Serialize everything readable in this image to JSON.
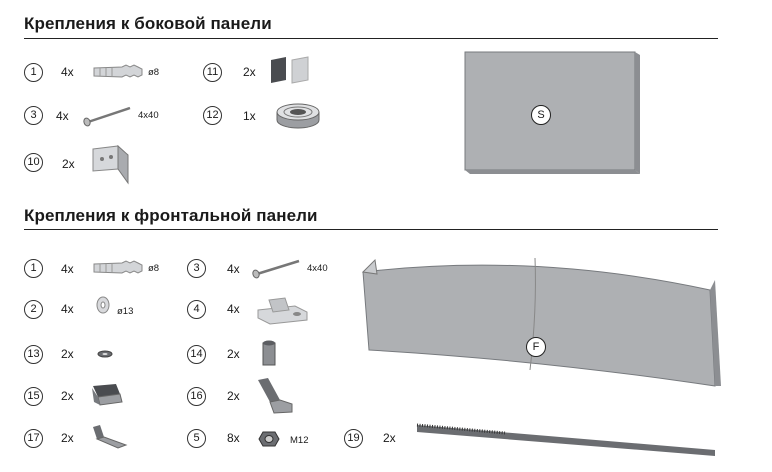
{
  "side_panel": {
    "title": "Крепления к боковой панели",
    "panel_label": "S",
    "parts": [
      {
        "no": "1",
        "qty": "4x",
        "spec": "ø8"
      },
      {
        "no": "3",
        "qty": "4x",
        "spec": "4x40"
      },
      {
        "no": "10",
        "qty": "2x",
        "spec": ""
      },
      {
        "no": "11",
        "qty": "2x",
        "spec": ""
      },
      {
        "no": "12",
        "qty": "1x",
        "spec": ""
      }
    ]
  },
  "front_panel": {
    "title": "Крепления к фронтальной панели",
    "panel_label": "F",
    "parts": [
      {
        "no": "1",
        "qty": "4x",
        "spec": "ø8"
      },
      {
        "no": "2",
        "qty": "4x",
        "spec": "ø13"
      },
      {
        "no": "13",
        "qty": "2x",
        "spec": ""
      },
      {
        "no": "15",
        "qty": "2x",
        "spec": ""
      },
      {
        "no": "17",
        "qty": "2x",
        "spec": ""
      },
      {
        "no": "3",
        "qty": "4x",
        "spec": "4x40"
      },
      {
        "no": "4",
        "qty": "4x",
        "spec": ""
      },
      {
        "no": "14",
        "qty": "2x",
        "spec": ""
      },
      {
        "no": "16",
        "qty": "2x",
        "spec": ""
      },
      {
        "no": "5",
        "qty": "8x",
        "spec": "M12"
      },
      {
        "no": "19",
        "qty": "2x",
        "spec": ""
      }
    ]
  },
  "colors": {
    "panel": "#aeb0b3",
    "panel_edge": "#777a7e",
    "metal": "#c4c6c9",
    "dark": "#4a4c50"
  }
}
